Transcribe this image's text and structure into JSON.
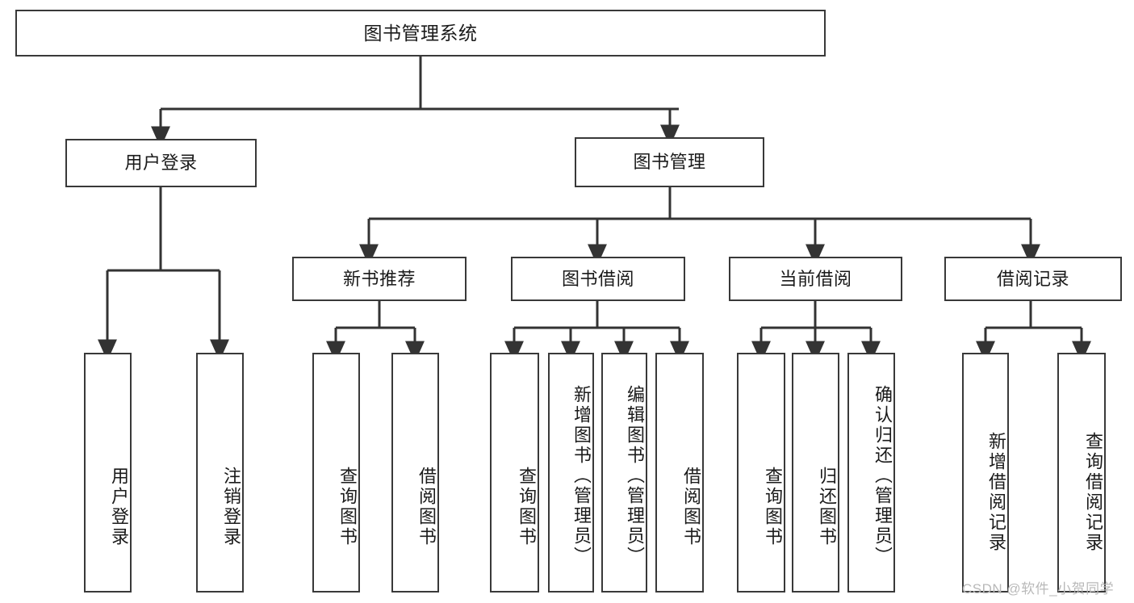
{
  "diagram": {
    "title": "图书管理系统",
    "type": "tree-hierarchy-diagram",
    "colors": {
      "box_border": "#393939",
      "box_fill": "#ffffff",
      "connector": "#333333",
      "text": "#1a1a1a",
      "watermark": "#b9b9b9"
    },
    "levels": {
      "root": {
        "label": "图书管理系统"
      },
      "level2": [
        {
          "id": "user-login",
          "label": "用户登录"
        },
        {
          "id": "book-management",
          "label": "图书管理"
        }
      ],
      "level3": [
        {
          "id": "new-book-recommend",
          "label": "新书推荐"
        },
        {
          "id": "book-borrow",
          "label": "图书借阅"
        },
        {
          "id": "current-borrow",
          "label": "当前借阅"
        },
        {
          "id": "borrow-record",
          "label": "借阅记录"
        }
      ],
      "leaves": {
        "user_login": [
          {
            "id": "leaf-user-login",
            "label": "用户登录"
          },
          {
            "id": "leaf-logout-login",
            "label": "注销登录"
          }
        ],
        "new_book_recommend": [
          {
            "id": "leaf-query-book-1",
            "label": "查询图书"
          },
          {
            "id": "leaf-borrow-book-1",
            "label": "借阅图书"
          }
        ],
        "book_borrow": [
          {
            "id": "leaf-query-book-2",
            "label": "查询图书"
          },
          {
            "id": "leaf-add-book",
            "label": "新增图书（管理员）"
          },
          {
            "id": "leaf-edit-book",
            "label": "编辑图书（管理员）"
          },
          {
            "id": "leaf-borrow-book-2",
            "label": "借阅图书"
          }
        ],
        "current_borrow": [
          {
            "id": "leaf-query-book-3",
            "label": "查询图书"
          },
          {
            "id": "leaf-return-book",
            "label": "归还图书"
          },
          {
            "id": "leaf-confirm-return",
            "label": "确认归还（管理员）"
          }
        ],
        "borrow_record": [
          {
            "id": "leaf-add-record",
            "label": "新增借阅记录"
          },
          {
            "id": "leaf-query-record",
            "label": "查询借阅记录"
          }
        ]
      }
    }
  },
  "watermark": {
    "text": "CSDN @软件_小贺同学"
  }
}
